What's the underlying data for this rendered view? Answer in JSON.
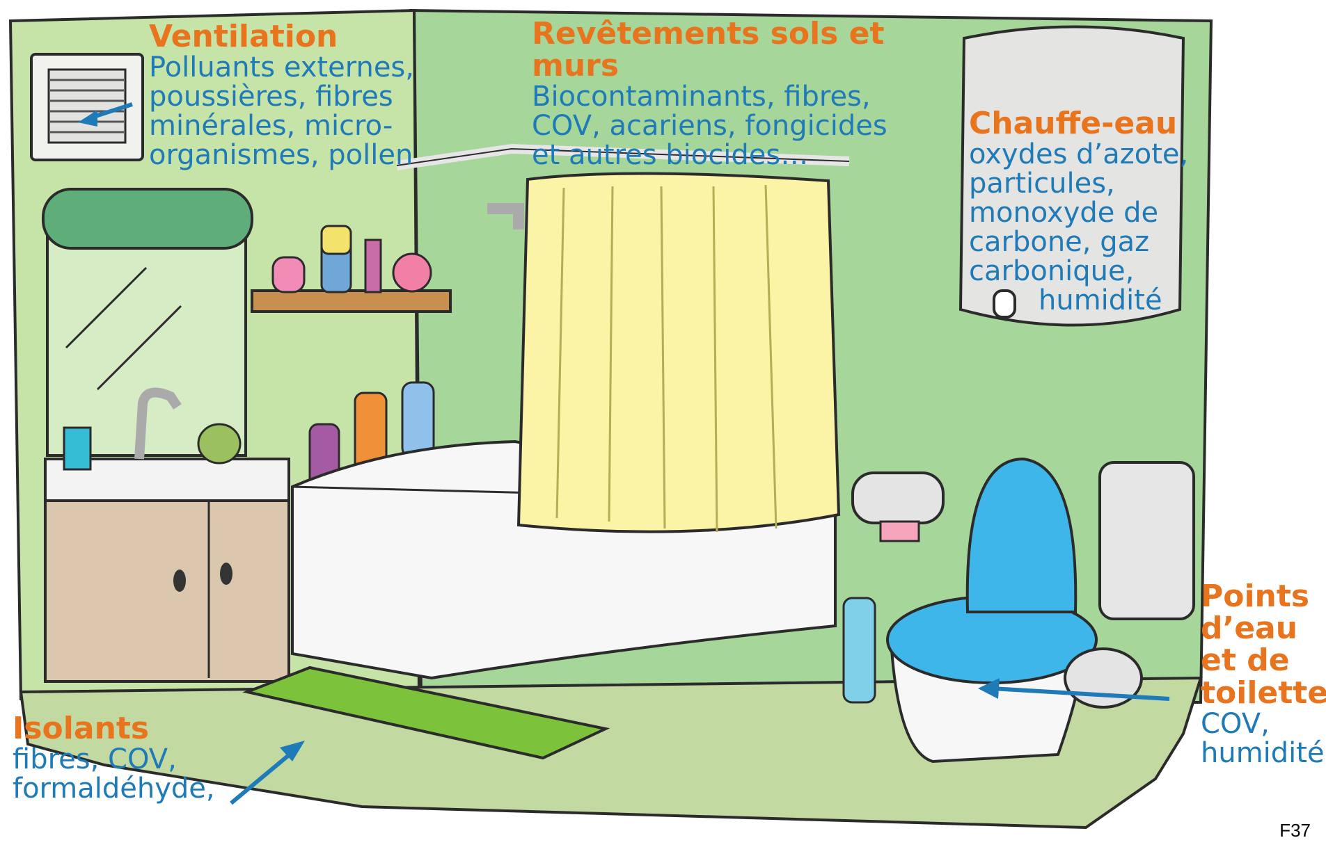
{
  "colors": {
    "heading": "#e8741e",
    "body_text": "#1f7ab8",
    "wall_back": "#a6d69a",
    "wall_left": "#c6e3a8",
    "floor": "#c3d9a2",
    "curtain": "#fbf3a6",
    "toilet_seat": "#3fb6ea",
    "bath_mat": "#7cc23a",
    "arrow": "#1f7ab8"
  },
  "labels": {
    "ventilation": {
      "title": "Ventilation",
      "lines": [
        "Polluants externes,",
        "poussières, fibres",
        "minérales, micro-",
        "organismes, pollen"
      ]
    },
    "revetements": {
      "title_lines": [
        "Revêtements sols et",
        "murs"
      ],
      "lines": [
        "Biocontaminants, fibres,",
        "COV, acariens, fongicides",
        "et autres biocides…"
      ]
    },
    "chauffe_eau": {
      "title": "Chauffe-eau",
      "lines": [
        "oxydes d’azote,",
        "particules,",
        "monoxyde de",
        "carbone, gaz",
        "carbonique,",
        "humidité"
      ]
    },
    "isolants": {
      "title": "Isolants",
      "lines": [
        "fibres, COV,",
        "formaldéhyde,"
      ]
    },
    "points_eau": {
      "title_lines": [
        "Points",
        "d’eau",
        "et de",
        "toilette"
      ],
      "lines": [
        "COV,",
        "humidité"
      ]
    }
  },
  "reference": "F37"
}
